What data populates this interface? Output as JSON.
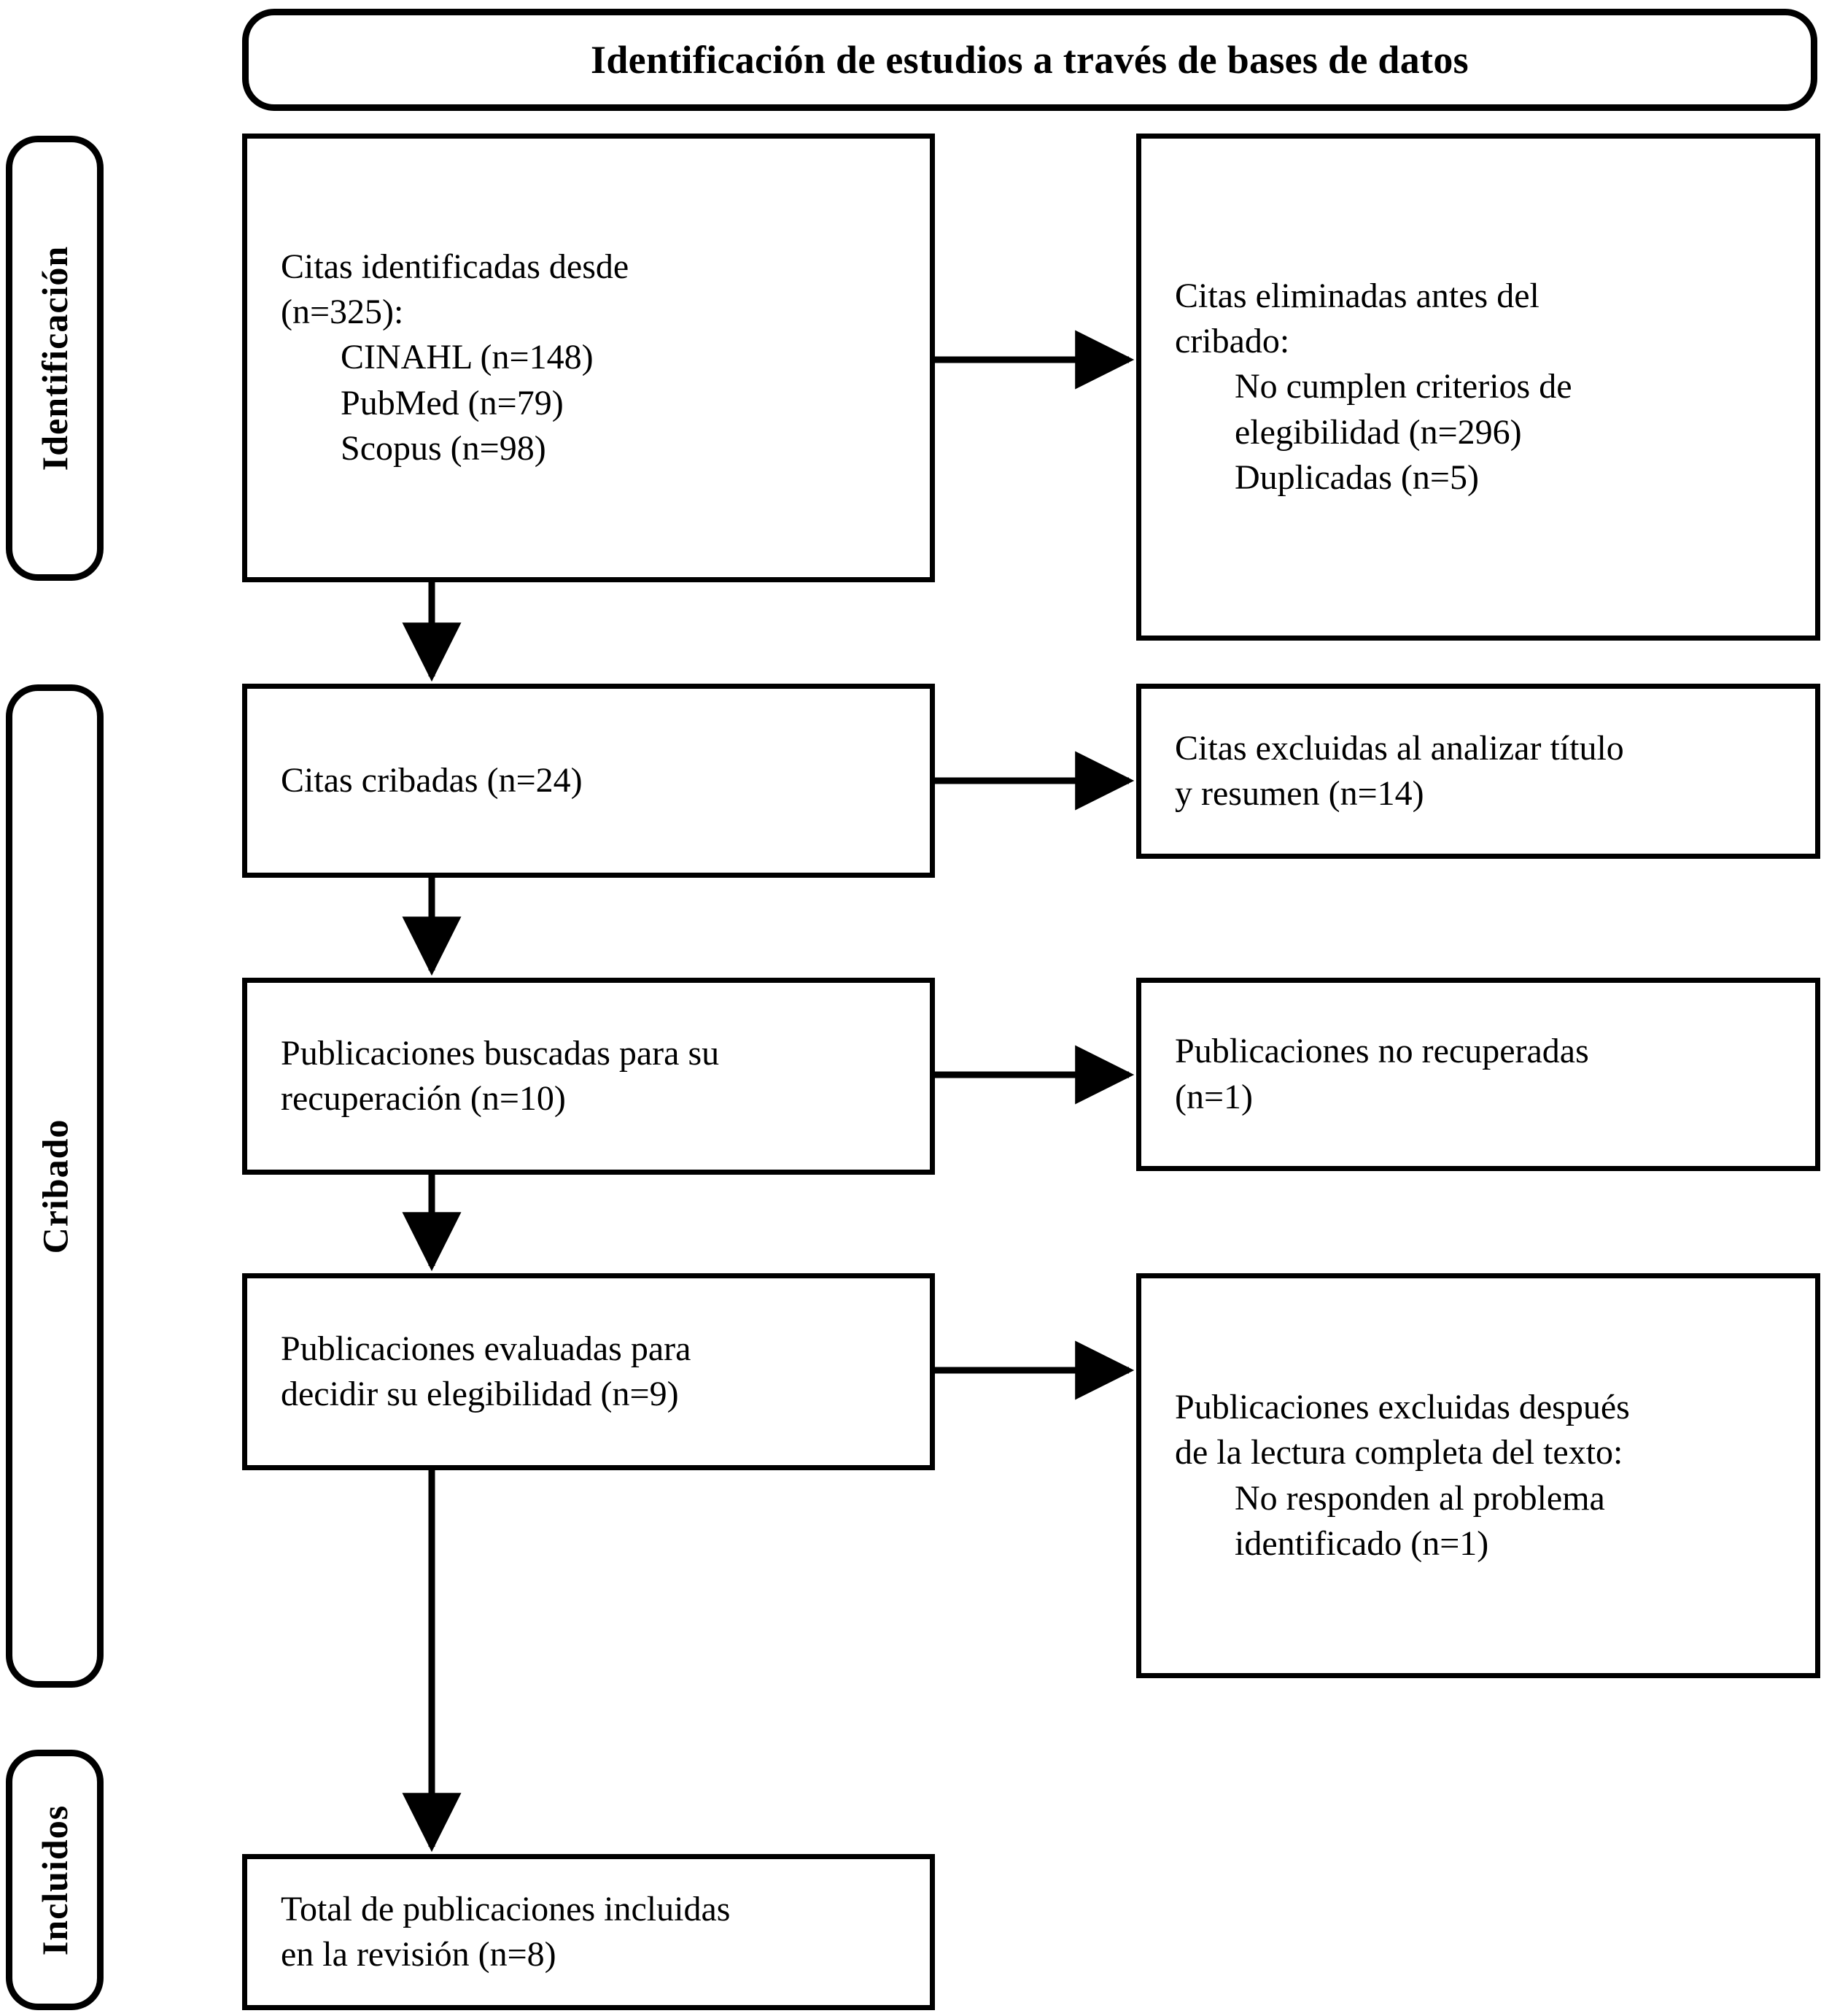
{
  "header": {
    "title": "Identificación de estudios a través de bases de datos"
  },
  "stages": [
    {
      "id": "identificacion",
      "label": "Identificación"
    },
    {
      "id": "cribado",
      "label": "Cribado"
    },
    {
      "id": "incluidos",
      "label": "Incluidos"
    }
  ],
  "boxes": {
    "identified": {
      "line1": "Citas identificadas desde",
      "line2": "(n=325):",
      "item1": "CINAHL (n=148)",
      "item2": "PubMed (n=79)",
      "item3": "Scopus (n=98)"
    },
    "removed": {
      "line1": "Citas eliminadas antes del",
      "line2": "cribado:",
      "item1a": "No cumplen criterios de",
      "item1b": "elegibilidad (n=296)",
      "item2": "Duplicadas (n=5)"
    },
    "screened": {
      "line1": "Citas cribadas (n=24)"
    },
    "excluded_title_abstract": {
      "line1": "Citas excluidas al analizar título",
      "line2": "y resumen (n=14)"
    },
    "sought": {
      "line1": "Publicaciones buscadas para su",
      "line2": "recuperación (n=10)"
    },
    "not_retrieved": {
      "line1": "Publicaciones no recuperadas",
      "line2": "(n=1)"
    },
    "assessed": {
      "line1": "Publicaciones evaluadas para",
      "line2": "decidir su elegibilidad (n=9)"
    },
    "excluded_fulltext": {
      "line1": "Publicaciones excluidas después",
      "line2": "de la lectura completa del texto:",
      "item1a": "No responden al problema",
      "item1b": "identificado (n=1)"
    },
    "included": {
      "line1": "Total de publicaciones incluidas",
      "line2": "en la revisión (n=8)"
    }
  },
  "flow": {
    "colors": {
      "stroke": "#000000",
      "background": "#ffffff"
    },
    "counts": {
      "identified_total": 325,
      "cinahl": 148,
      "pubmed": 79,
      "scopus": 98,
      "removed_not_eligible": 296,
      "removed_duplicates": 5,
      "screened": 24,
      "excluded_title_abstract": 14,
      "sought": 10,
      "not_retrieved": 1,
      "assessed": 9,
      "excluded_fulltext": 1,
      "included": 8
    },
    "arrows": [
      {
        "name": "identified-to-removed",
        "type": "horizontal"
      },
      {
        "name": "identified-to-screened",
        "type": "vertical"
      },
      {
        "name": "screened-to-excluded-ta",
        "type": "horizontal"
      },
      {
        "name": "screened-to-sought",
        "type": "vertical"
      },
      {
        "name": "sought-to-notretrieved",
        "type": "horizontal"
      },
      {
        "name": "sought-to-assessed",
        "type": "vertical"
      },
      {
        "name": "assessed-to-excluded-ft",
        "type": "horizontal"
      },
      {
        "name": "assessed-to-included",
        "type": "vertical"
      }
    ]
  }
}
